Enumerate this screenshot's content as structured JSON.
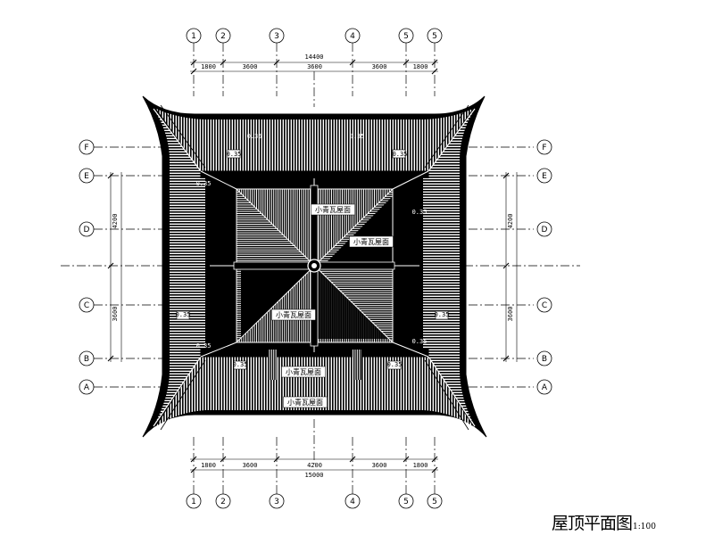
{
  "drawing": {
    "title": "屋顶平面图",
    "scale": "1:100",
    "ink_color": "#000000",
    "paper_color": "#ffffff"
  },
  "grid": {
    "vertical_axes": [
      "1",
      "2",
      "3",
      "4",
      "5",
      "5"
    ],
    "horizontal_axes": [
      "F",
      "E",
      "D",
      "C",
      "B",
      "A"
    ]
  },
  "dimensions": {
    "top_segments": [
      "1800",
      "3600",
      "3600",
      "3600",
      "1800"
    ],
    "top_total": "14400",
    "bottom_segments": [
      "1800",
      "3600",
      "4200",
      "3600",
      "1800"
    ],
    "bottom_total": "15000",
    "left_segments": [
      "4200",
      "3600"
    ],
    "right_segments": [
      "4200",
      "3600"
    ]
  },
  "annotations": {
    "slopes": [
      "0.35",
      "0.35",
      "0.35",
      "0.35",
      "0.35",
      "0.35",
      "0.35",
      "0.35",
      "0.35",
      "0.35",
      "0.35",
      "0.35"
    ],
    "labels": [
      "小青瓦屋面",
      "小青瓦屋面",
      "小青瓦屋面",
      "小青瓦屋面",
      "小青瓦屋面"
    ]
  }
}
